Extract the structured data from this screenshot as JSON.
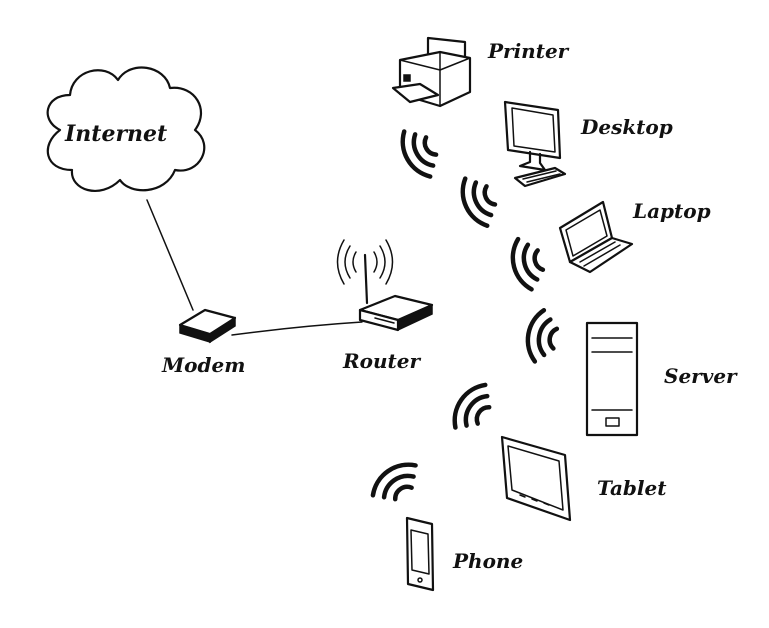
{
  "nodes": {
    "internet": "Internet",
    "modem": "Modem",
    "router": "Router",
    "printer": "Printer",
    "desktop": "Desktop",
    "laptop": "Laptop",
    "server": "Server",
    "tablet": "Tablet",
    "phone": "Phone"
  },
  "connections": [
    {
      "from": "Internet",
      "to": "Modem",
      "type": "wired"
    },
    {
      "from": "Modem",
      "to": "Router",
      "type": "wired"
    },
    {
      "from": "Router",
      "to": "Printer",
      "type": "wireless"
    },
    {
      "from": "Router",
      "to": "Desktop",
      "type": "wireless"
    },
    {
      "from": "Router",
      "to": "Laptop",
      "type": "wireless"
    },
    {
      "from": "Router",
      "to": "Server",
      "type": "wireless"
    },
    {
      "from": "Router",
      "to": "Tablet",
      "type": "wireless"
    },
    {
      "from": "Router",
      "to": "Phone",
      "type": "wireless"
    }
  ],
  "icons": [
    "cloud-icon",
    "modem-icon",
    "router-icon",
    "printer-icon",
    "desktop-icon",
    "laptop-icon",
    "server-icon",
    "tablet-icon",
    "phone-icon",
    "wifi-signal-icon"
  ]
}
